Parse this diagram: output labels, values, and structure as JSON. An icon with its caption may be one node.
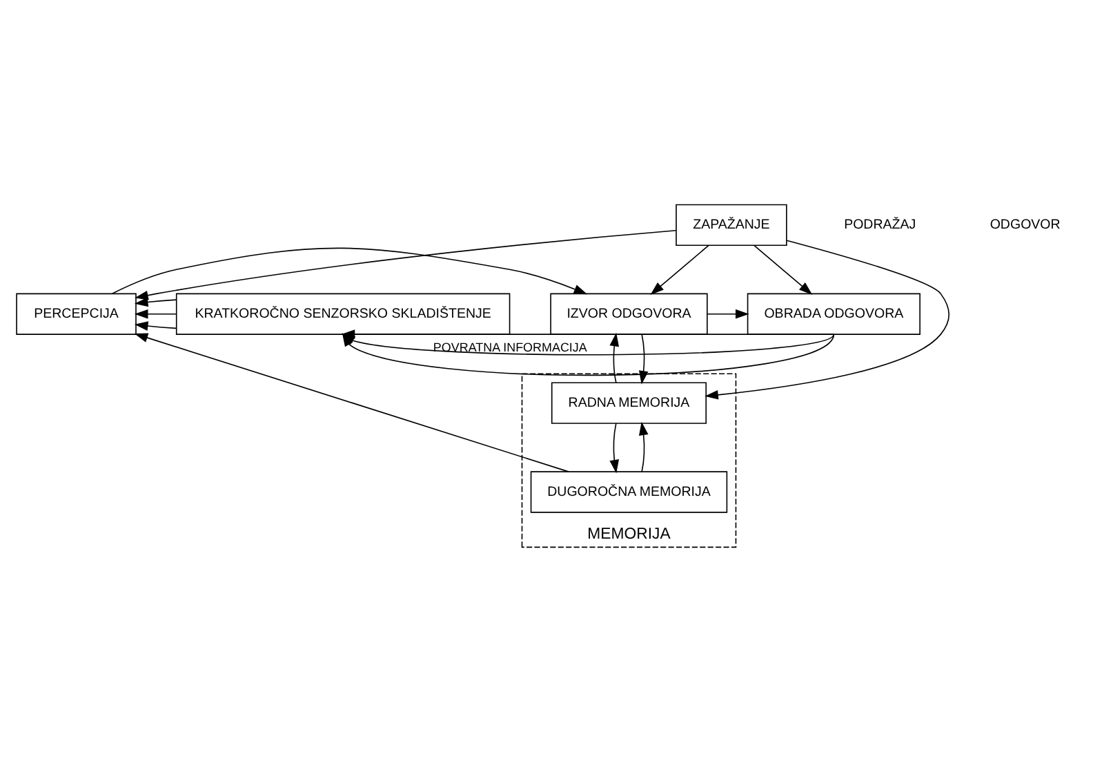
{
  "diagram": {
    "nodes": [
      {
        "text": [
          "ZAPAŽANJE"
        ]
      },
      {
        "text": [
          "KRATKOROČNO SENZORSKO SKLADIŠTENJE"
        ]
      },
      {
        "text": [
          "PERCEPCIJA"
        ]
      },
      {
        "text": [
          "IZVOR ODGOVORA"
        ]
      },
      {
        "text": [
          "OBRADA ODGOVORA"
        ]
      },
      {
        "text": [
          "MEMORIJA"
        ]
      },
      {
        "text": [
          "RADNA MEMORIJA"
        ],
        "in": 5
      },
      {
        "text": [
          "DUGOROČNA MEMORIJA"
        ],
        "in": 5
      }
    ],
    "edges": [
      {
        "from": 4,
        "to": 1,
        "arrow": "to",
        "label": "POVRATNA INFORMACIJA"
      },
      {
        "from": 4,
        "to": 1,
        "arrow": "to"
      },
      {
        "from": 4,
        "to": 1,
        "arrow": "to"
      },
      {
        "from": 1,
        "to": 2,
        "arrow": "to"
      },
      {
        "from": 1,
        "to": 2,
        "arrow": "to"
      },
      {
        "from": 1,
        "to": 2,
        "arrow": "to"
      },
      {
        "from": 0,
        "to": 2,
        "arrow": "to"
      },
      {
        "from": 0,
        "to": 3,
        "arrow": "to"
      },
      {
        "from": 0,
        "to": 4,
        "arrow": "to"
      },
      {
        "from": 0,
        "to": 6,
        "arrow": "to"
      },
      {
        "from": 2,
        "to": 3,
        "arrow": "to"
      },
      {
        "from": 3,
        "to": 4,
        "arrow": "to"
      },
      {
        "from": 3,
        "to": 6,
        "arrow": "to"
      },
      {
        "from": 6,
        "to": 3,
        "arrow": "to"
      },
      {
        "from": 6,
        "to": 7,
        "arrow": "to"
      },
      {
        "from": 7,
        "to": 6,
        "arrow": "to"
      },
      {
        "from": 7,
        "to": 2,
        "arrow": "to"
      }
    ],
    "labels": [
      "PODRAŽAJ",
      "ODGOVOR"
    ]
  }
}
